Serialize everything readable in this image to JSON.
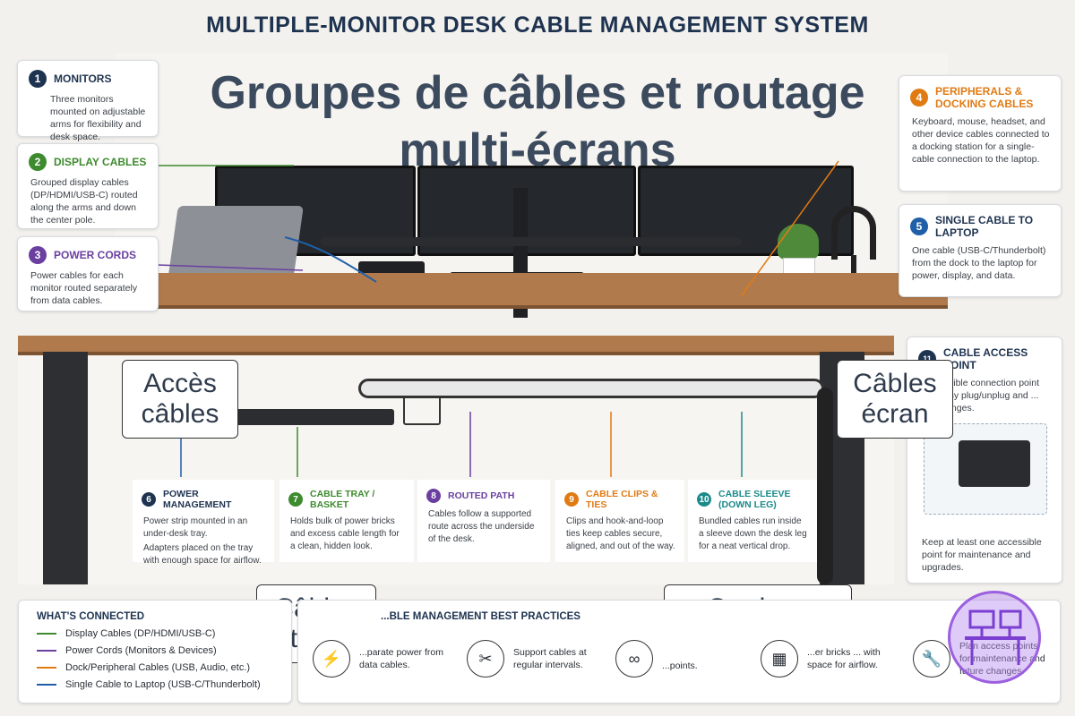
{
  "title": "MULTIPLE-MONITOR DESK CABLE MANAGEMENT SYSTEM",
  "overlay_title": "Groupes de câbles et routage multi-écrans",
  "colors": {
    "blue": "#1f5fa8",
    "green": "#3e8a2e",
    "purple": "#6a3fa0",
    "orange": "#e07b14",
    "teal": "#1d8a8a",
    "navy": "#1e3350"
  },
  "left_cards": [
    {
      "num": "1",
      "title": "MONITORS",
      "body": "Three monitors mounted on adjustable arms for flexibility and desk space."
    },
    {
      "num": "2",
      "title": "DISPLAY CABLES",
      "body": "Grouped display cables (DP/HDMI/USB-C) routed along the arms and down the center pole."
    },
    {
      "num": "3",
      "title": "POWER CORDS",
      "body": "Power cables for each monitor routed separately from data cables."
    }
  ],
  "right_cards": [
    {
      "num": "4",
      "title": "PERIPHERALS & DOCKING CABLES",
      "body": "Keyboard, mouse, headset, and other device cables connected to a docking station for a single-cable connection to the laptop."
    },
    {
      "num": "5",
      "title": "SINGLE CABLE TO LAPTOP",
      "body": "One cable (USB-C/Thunderbolt) from the dock to the laptop for power, display, and data."
    }
  ],
  "under_cards": [
    {
      "num": "6",
      "title": "POWER MANAGEMENT",
      "body": "Power strip mounted in an under-desk tray.",
      "body2": "Adapters placed on the tray with enough space for airflow."
    },
    {
      "num": "7",
      "title": "CABLE TRAY / BASKET",
      "body": "Holds bulk of power bricks and excess cable length for a clean, hidden look.",
      "body2": ""
    },
    {
      "num": "8",
      "title": "ROUTED PATH",
      "body": "Cables follow a supported route across the underside of the desk.",
      "body2": ""
    },
    {
      "num": "9",
      "title": "CABLE CLIPS & TIES",
      "body": "Clips and hook-and-loop ties keep cables secure, aligned, and out of the way.",
      "body2": ""
    },
    {
      "num": "10",
      "title": "CABLE SLEEVE (DOWN LEG)",
      "body": "Bundled cables run inside a sleeve down the desk leg for a neat vertical drop.",
      "body2": ""
    }
  ],
  "access_card": {
    "num": "11",
    "title": "CABLE ACCESS POINT",
    "body_top": "...ssible connection point ...asy plug/unplug and ... changes.",
    "body_bottom": "Keep at least one accessible point for maintenance and upgrades."
  },
  "callouts": {
    "acces": "Accès câbles",
    "ecran": "Câbles écran",
    "station": "Câbles station",
    "alim": "Cordons alimentation"
  },
  "legend": {
    "title": "WHAT'S CONNECTED",
    "items": [
      {
        "label": "Display Cables (DP/HDMI/USB-C)",
        "color": "#3e8a2e"
      },
      {
        "label": "Power Cords (Monitors & Devices)",
        "color": "#6a3fa0"
      },
      {
        "label": "Dock/Peripheral Cables (USB, Audio, etc.)",
        "color": "#e07b14"
      },
      {
        "label": "Single Cable to Laptop (USB-C/Thunderbolt)",
        "color": "#1f5fa8"
      }
    ]
  },
  "best_practices": {
    "title": "...BLE MANAGEMENT BEST PRACTICES",
    "items": [
      {
        "icon": "plug-icon",
        "text": "...parate power from data cables."
      },
      {
        "icon": "clip-icon",
        "text": "Support cables at regular intervals."
      },
      {
        "icon": "tie-icon",
        "text": "...points."
      },
      {
        "icon": "brick-icon",
        "text": "...er bricks ... with space for airflow."
      },
      {
        "icon": "wrench-icon",
        "text": "Plan access points for maintenance and future changes."
      }
    ]
  }
}
